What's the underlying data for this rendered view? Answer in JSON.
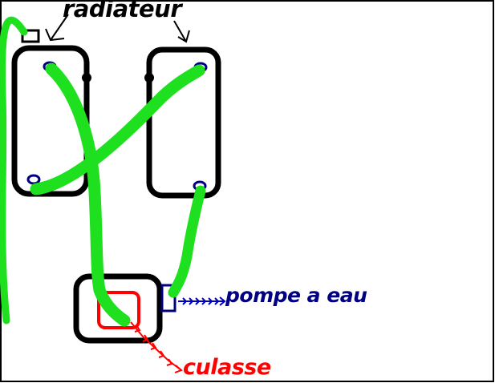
{
  "labels": {
    "radiator": "radiateur",
    "water_pump": "pompe a eau",
    "cylinder_head": "culasse"
  },
  "colors": {
    "hose": "#1ee01e",
    "outline": "#000000",
    "pump": "#000080",
    "head": "#ff0000",
    "port": "#000080"
  }
}
